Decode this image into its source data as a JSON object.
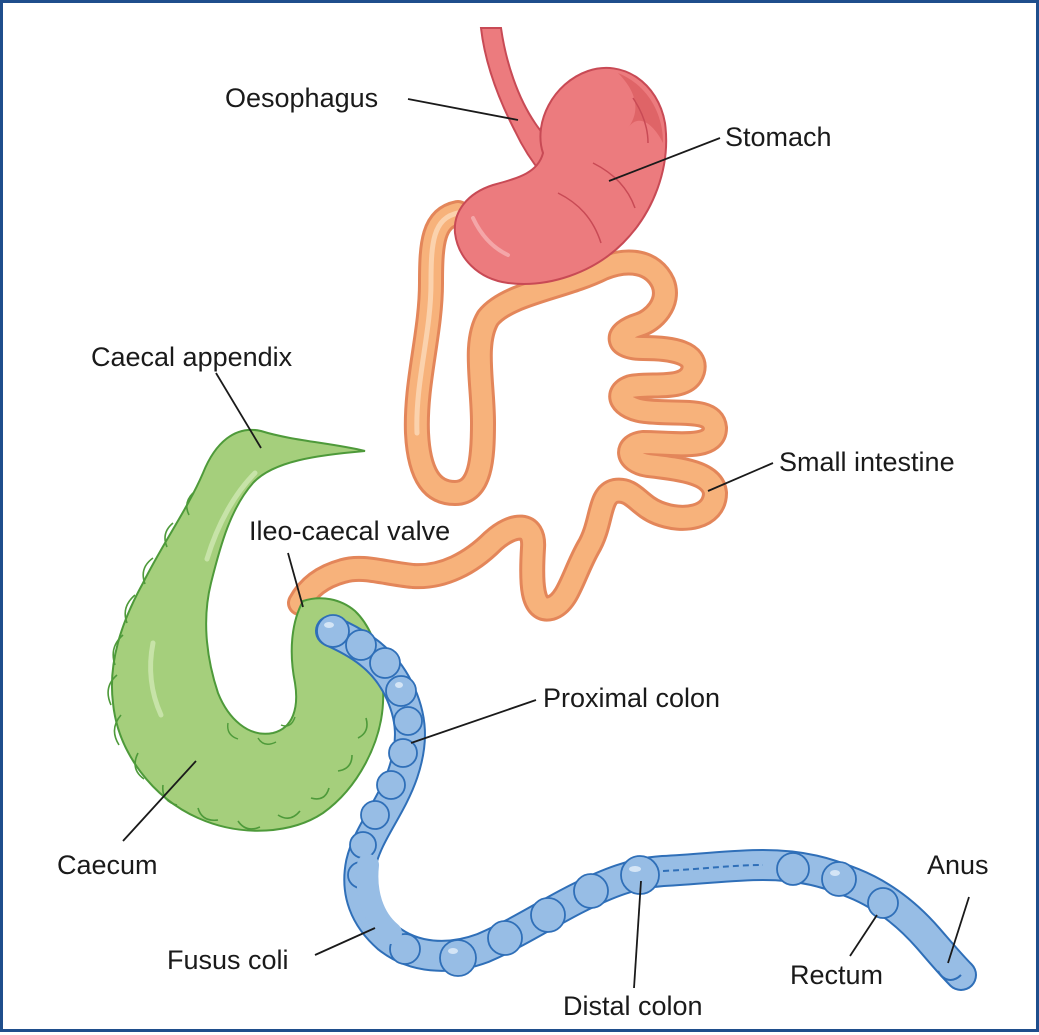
{
  "diagram": {
    "organs": [
      {
        "id": "oesophagus",
        "name": "Oesophagus",
        "color": "#ec7b7e"
      },
      {
        "id": "stomach",
        "name": "Stomach",
        "color": "#ec7b7e"
      },
      {
        "id": "small-intestine",
        "name": "Small intestine",
        "color": "#f7b27b"
      },
      {
        "id": "ileo-caecal-valve",
        "name": "Ileo-caecal valve",
        "color": "#a5cf7c"
      },
      {
        "id": "caecal-appendix",
        "name": "Caecal appendix",
        "color": "#a5cf7c"
      },
      {
        "id": "caecum",
        "name": "Caecum",
        "color": "#a5cf7c"
      },
      {
        "id": "proximal-colon",
        "name": "Proximal colon",
        "color": "#97bde5"
      },
      {
        "id": "fusus-coli",
        "name": "Fusus coli",
        "color": "#97bde5"
      },
      {
        "id": "distal-colon",
        "name": "Distal colon",
        "color": "#97bde5"
      },
      {
        "id": "rectum",
        "name": "Rectum",
        "color": "#97bde5"
      },
      {
        "id": "anus",
        "name": "Anus",
        "color": "#97bde5"
      }
    ],
    "colors": {
      "frame": "#1f4e8c",
      "stomach_fill": "#ec7b7e",
      "stomach_stroke": "#c84a55",
      "intestine_fill": "#f7b27b",
      "intestine_stroke": "#e3865a",
      "caecum_fill": "#a5cf7c",
      "caecum_stroke": "#4e9a3a",
      "colon_fill": "#97bde5",
      "colon_stroke": "#2f6fb8",
      "leader": "#1a1a1a"
    }
  }
}
